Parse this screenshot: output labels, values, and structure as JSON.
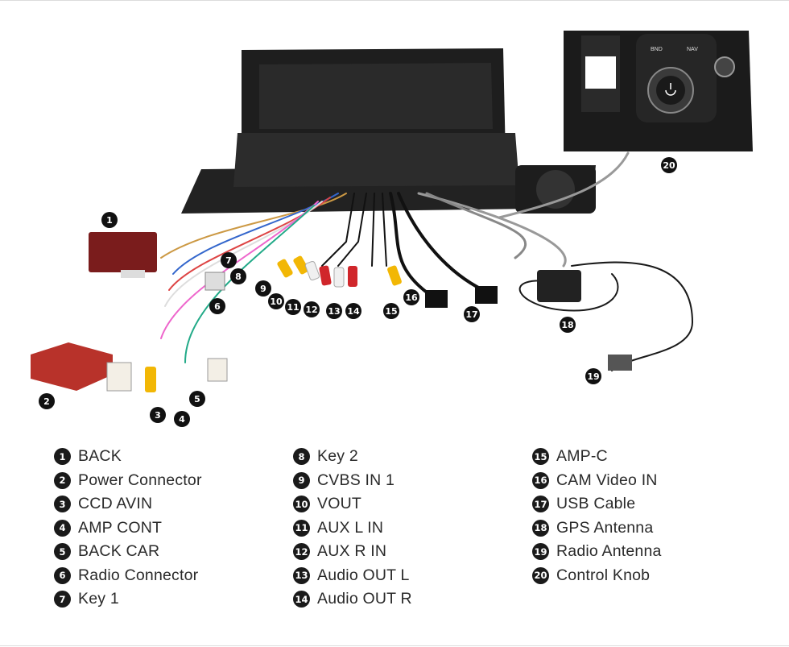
{
  "legend": [
    {
      "num": "1",
      "label": "BACK"
    },
    {
      "num": "2",
      "label": "Power Connector"
    },
    {
      "num": "3",
      "label": "CCD AVIN"
    },
    {
      "num": "4",
      "label": "AMP CONT"
    },
    {
      "num": "5",
      "label": "BACK CAR"
    },
    {
      "num": "6",
      "label": "Radio Connector"
    },
    {
      "num": "7",
      "label": "Key 1"
    },
    {
      "num": "8",
      "label": "Key 2"
    },
    {
      "num": "9",
      "label": "CVBS IN 1"
    },
    {
      "num": "10",
      "label": "VOUT"
    },
    {
      "num": "11",
      "label": "AUX L IN"
    },
    {
      "num": "12",
      "label": "AUX R IN"
    },
    {
      "num": "13",
      "label": "Audio OUT L"
    },
    {
      "num": "14",
      "label": "Audio OUT R"
    },
    {
      "num": "15",
      "label": "AMP-C"
    },
    {
      "num": "16",
      "label": "CAM Video IN"
    },
    {
      "num": "17",
      "label": "USB Cable"
    },
    {
      "num": "18",
      "label": "GPS Antenna"
    },
    {
      "num": "19",
      "label": "Radio Antenna"
    },
    {
      "num": "20",
      "label": "Control Knob"
    }
  ],
  "knob_buttons": {
    "left": "BND",
    "right": "NAV"
  },
  "colors": {
    "badge": "#1a1a1a",
    "unit_body": "#1e1e1e",
    "power_connector": "#b8322a",
    "back_box": "#7a1c1c",
    "rca_yellow": "#f2b705",
    "rca_red": "#d0262b",
    "rca_white": "#f0f0f0"
  }
}
